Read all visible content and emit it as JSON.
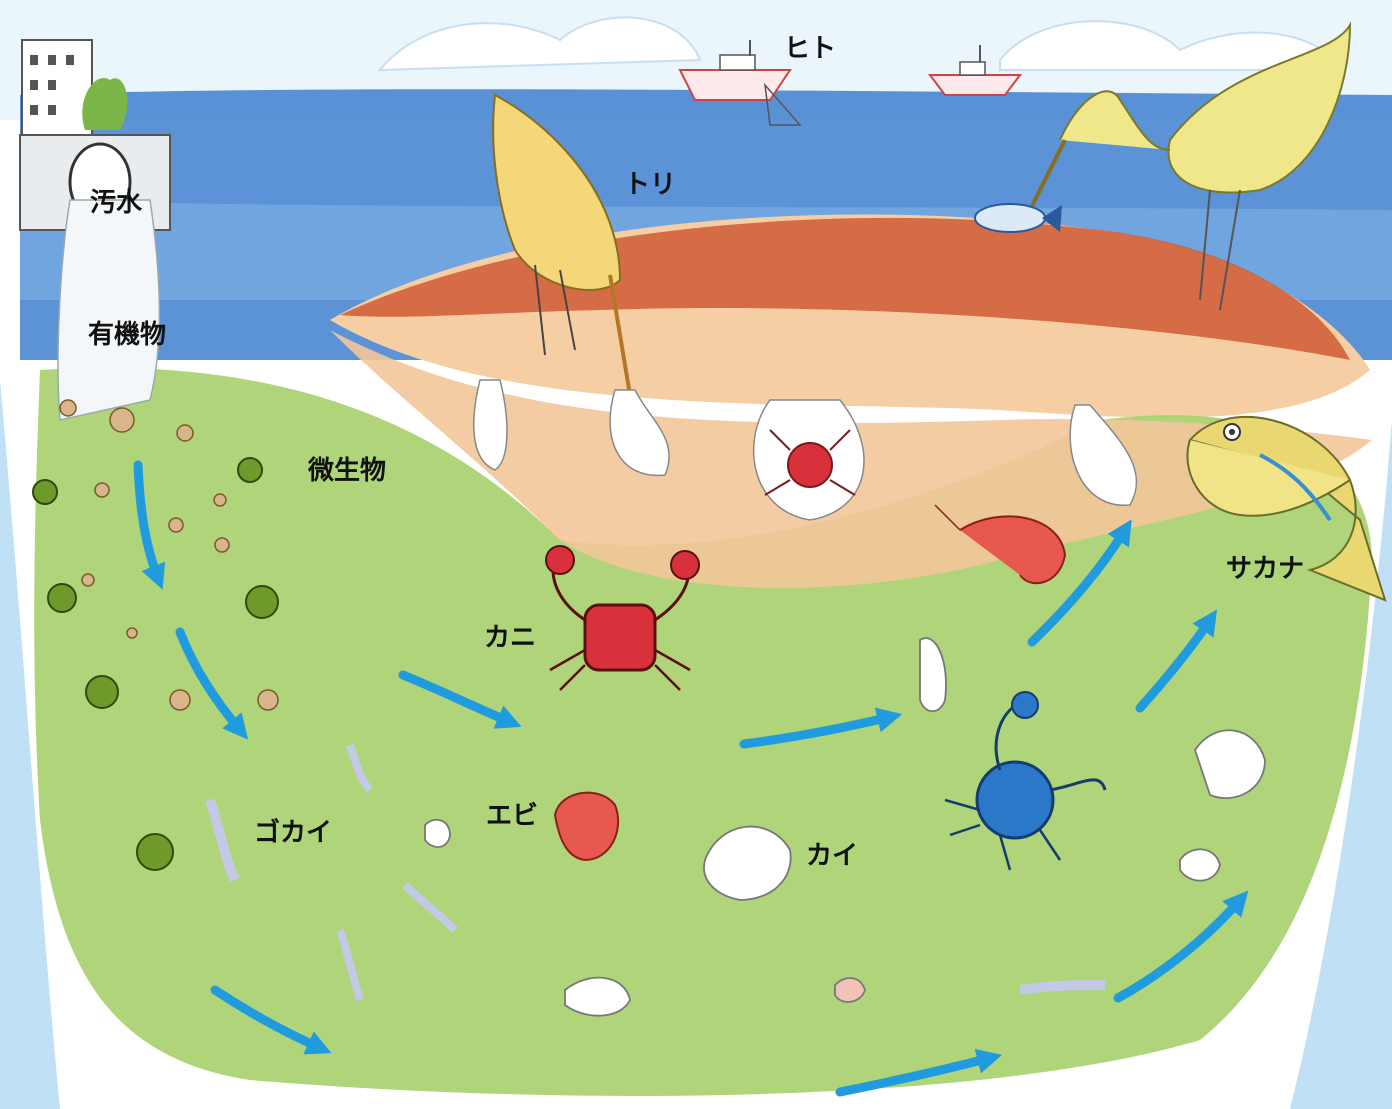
{
  "labels": {
    "human": "ヒト",
    "bird": "トリ",
    "sewage": "汚水",
    "organic_matter": "有機物",
    "microorganism": "微生物",
    "crab": "カニ",
    "fish": "サカナ",
    "shrimp": "エビ",
    "lugworm": "ゴカイ",
    "shellfish": "カイ"
  },
  "colors": {
    "sea": "#2f6fc4",
    "sky": "#d7ecfa",
    "sand_top": "#c94b2b",
    "sand": "#f3c79a",
    "mud": "#9ecb62",
    "arrow": "#1f9bde",
    "crab_red": "#d9313b",
    "crab_blue": "#2b78c8",
    "bird": "#f0d36a",
    "fish": "#e6d36b"
  }
}
